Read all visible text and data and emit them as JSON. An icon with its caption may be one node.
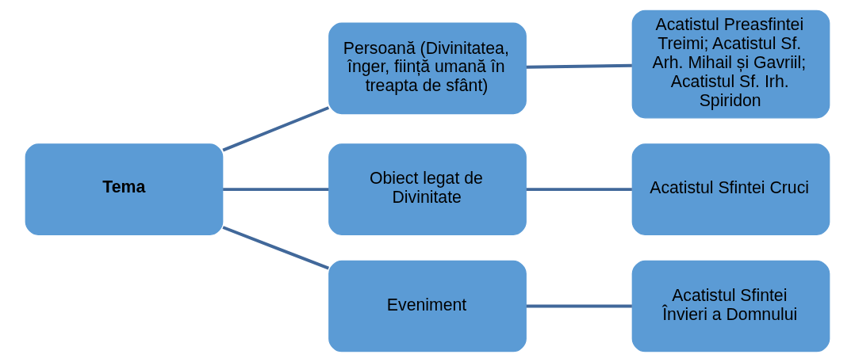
{
  "diagram": {
    "nodes": [
      {
        "text": [
          "Tema"
        ]
      },
      {
        "text": [
          "Persoană (Divinitatea, înger, ființă umană în treapta de sfânt)"
        ]
      },
      {
        "text": [
          "Acatistul Preasfintei Treimi; Acatistul Sf. Arh. Mihail și Gavriil; Acatistul Sf. Irh. Spiridon"
        ]
      },
      {
        "text": [
          "Obiect legat de Divinitate"
        ]
      },
      {
        "text": [
          "Acatistul Sfintei Cruci"
        ]
      },
      {
        "text": [
          "Eveniment"
        ]
      },
      {
        "text": [
          "Acatistul Sfintei Învieri a Domnului"
        ]
      }
    ],
    "edges": [
      {
        "from": 0,
        "to": 1,
        "arrow": "none"
      },
      {
        "from": 0,
        "to": 3,
        "arrow": "none"
      },
      {
        "from": 0,
        "to": 5,
        "arrow": "none"
      },
      {
        "from": 1,
        "to": 2,
        "arrow": "none"
      },
      {
        "from": 3,
        "to": 4,
        "arrow": "none"
      },
      {
        "from": 5,
        "to": 6,
        "arrow": "none"
      }
    ]
  }
}
